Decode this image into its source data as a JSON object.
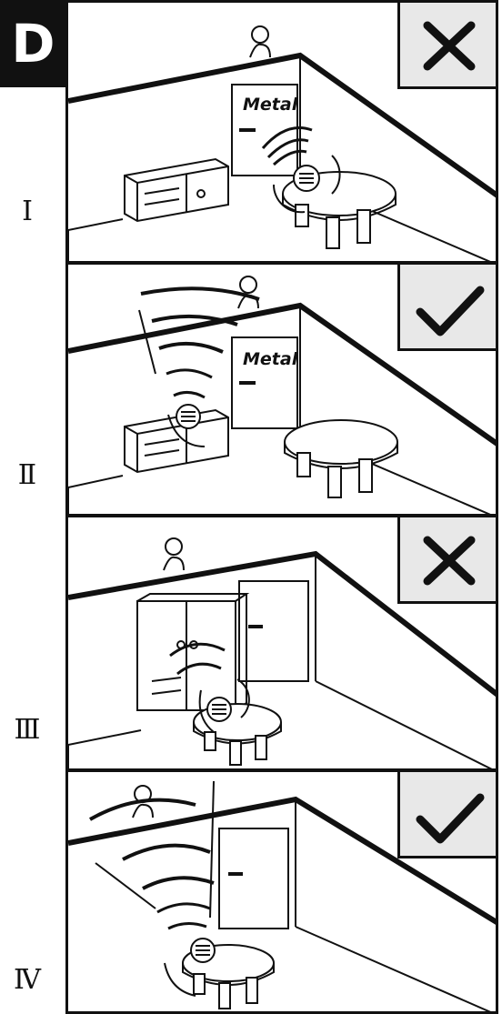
{
  "figure": {
    "letter": "D",
    "panels": [
      {
        "numeral": "Ⅰ",
        "verdict": "cross",
        "door_label": "Metal"
      },
      {
        "numeral": "Ⅱ",
        "verdict": "check",
        "door_label": "Metal"
      },
      {
        "numeral": "Ⅲ",
        "verdict": "cross",
        "door_label": ""
      },
      {
        "numeral": "Ⅳ",
        "verdict": "check",
        "door_label": ""
      }
    ]
  },
  "icons": {
    "cross": "cross-icon",
    "check": "checkmark-icon",
    "person": "person-icon",
    "device": "wireless-device-icon"
  }
}
